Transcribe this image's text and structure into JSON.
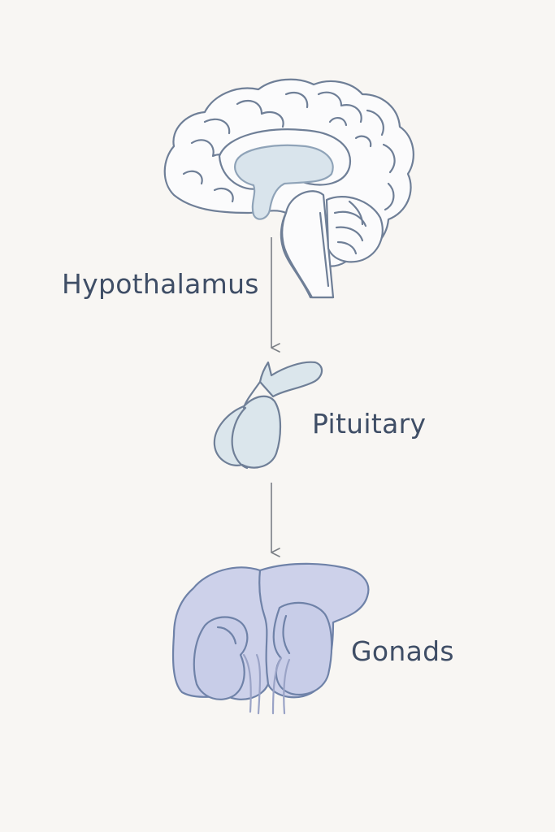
{
  "diagram": {
    "labels": {
      "hypothalamus": "Hypothalamus",
      "pituitary": "Pituitary",
      "gonads": "Gonads"
    }
  },
  "colors": {
    "background": "#f8f6f3",
    "outline": "#6f7f97",
    "text": "#3f4e66",
    "brain_fill": "#fbfbfc",
    "hypothalamus_fill": "#d9e4ec",
    "pituitary_fill": "#dbe6ec",
    "gonads_fill": "#cdd1ea",
    "arrow": "#7b7f86"
  }
}
